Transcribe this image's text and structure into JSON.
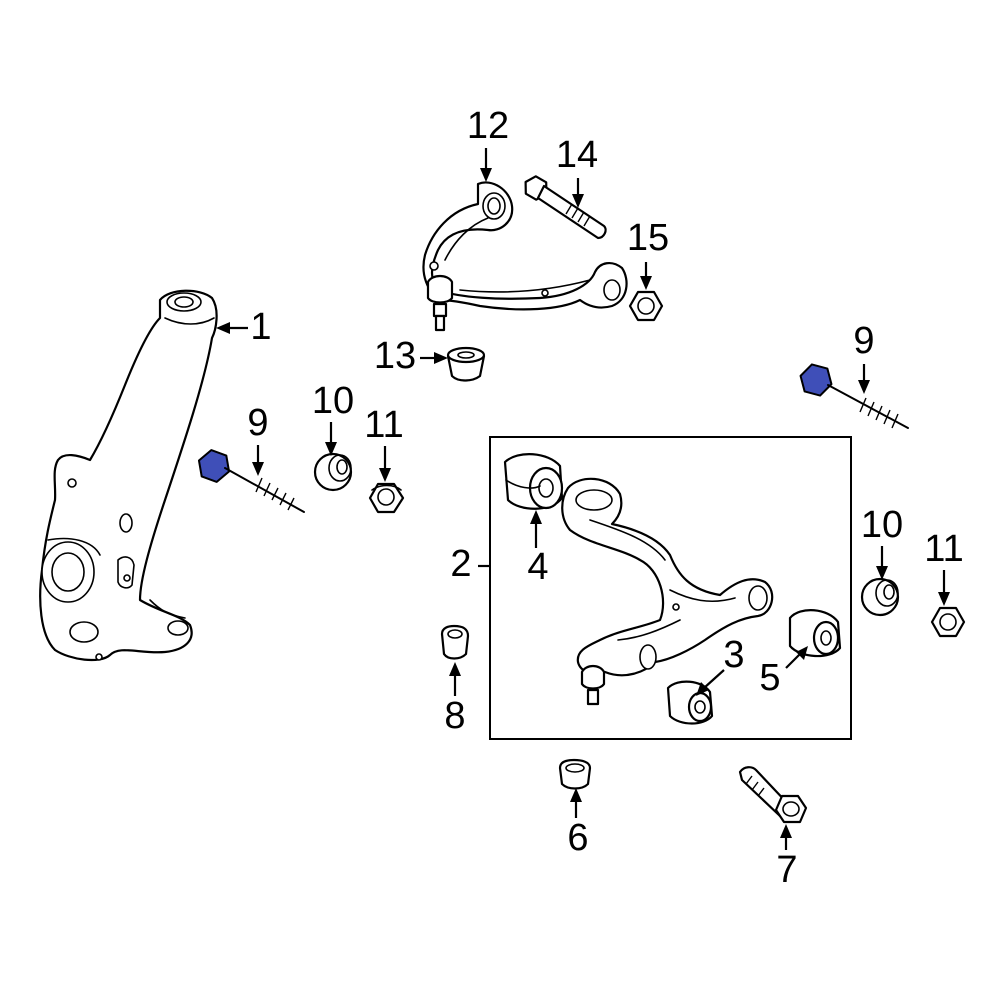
{
  "highlight_color": "#3f4fb8",
  "callouts": {
    "c1": "1",
    "c2": "2",
    "c3": "3",
    "c4": "4",
    "c5": "5",
    "c6": "6",
    "c7": "7",
    "c8": "8",
    "c9_left": "9",
    "c9_right": "9",
    "c10_left": "10",
    "c10_right": "10",
    "c11_left": "11",
    "c11_right": "11",
    "c12": "12",
    "c13": "13",
    "c14": "14",
    "c15": "15"
  }
}
